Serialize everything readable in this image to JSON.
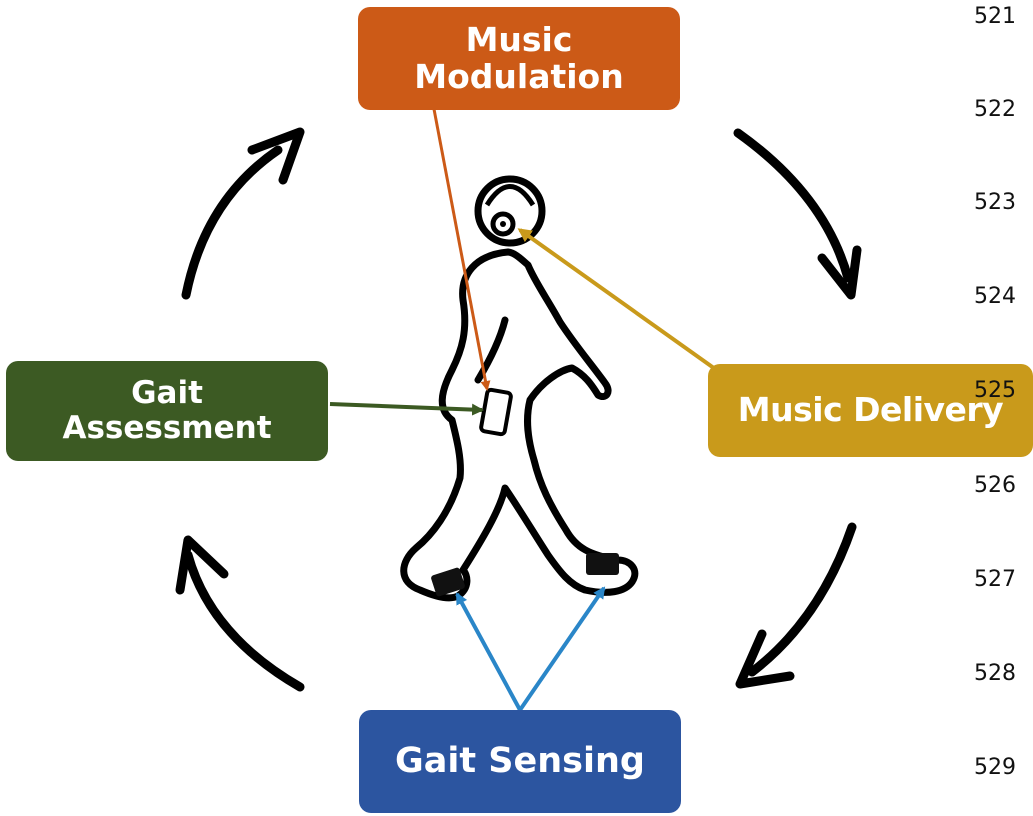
{
  "boxes": {
    "music_modulation": {
      "lines": [
        "Music",
        "Modulation"
      ],
      "color": "#cc5a17"
    },
    "music_delivery": {
      "lines": [
        "Music Delivery"
      ],
      "color": "#c99a1b"
    },
    "gait_assessment": {
      "lines": [
        "Gait",
        "Assessment"
      ],
      "color": "#3c5a23"
    },
    "gait_sensing": {
      "lines": [
        "Gait Sensing"
      ],
      "color": "#2c55a0"
    }
  },
  "line_numbers": [
    "521",
    "522",
    "523",
    "524",
    "525",
    "526",
    "527",
    "528",
    "529"
  ],
  "colors": {
    "cycle_arrow": "#000000",
    "figure_outline": "#000000",
    "modulation_arrow": "#cc5a17",
    "delivery_arrow": "#c99a1b",
    "assessment_arrow": "#3c5a23",
    "sensing_arrow": "#2a86c8"
  },
  "icons": [
    "walking-person-icon",
    "headphones-icon",
    "smartphone-icon",
    "foot-sensor-icon"
  ]
}
